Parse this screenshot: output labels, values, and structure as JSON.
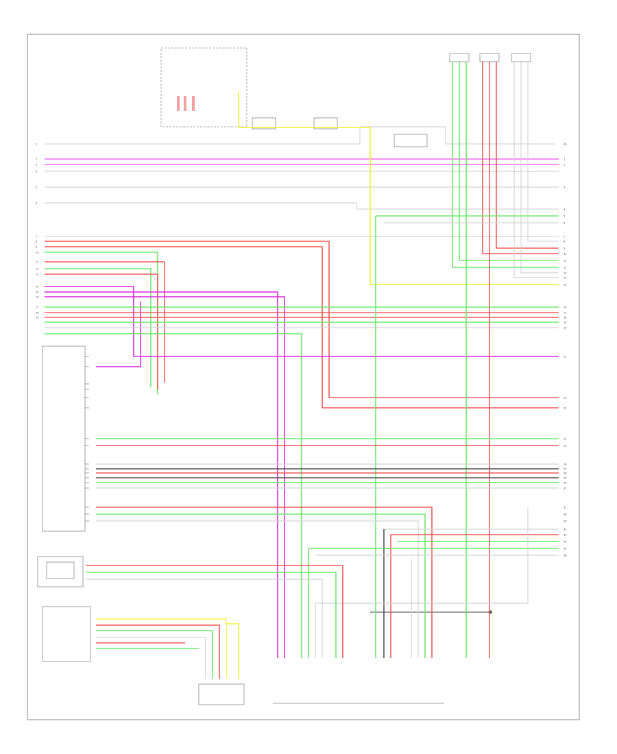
{
  "diagram": {
    "footer_code": "",
    "wire_colors": {
      "pink": "#f06cf0",
      "magenta": "#e040e8",
      "red": "#f25a5a",
      "green": "#6ee86e",
      "yellow": "#f2f24a",
      "gray": "#b4b4b4",
      "light_gray": "#d4d4d4",
      "black": "#505050"
    },
    "left_pin_numbers": [
      "1",
      "2",
      "3",
      "4",
      "5",
      "6",
      "7",
      "8",
      "9",
      "10",
      "11",
      "12",
      "13",
      "14",
      "15",
      "16",
      "17",
      "18",
      "19"
    ],
    "right_pin_numbers": [
      "1",
      "2",
      "3",
      "4",
      "5",
      "6",
      "7",
      "8",
      "9",
      "10",
      "11",
      "12",
      "13",
      "14",
      "15",
      "16",
      "17",
      "18",
      "19",
      "20",
      "21",
      "22",
      "23",
      "24",
      "25",
      "26",
      "27",
      "28",
      "29",
      "30",
      "31",
      "32",
      "33",
      "34",
      "35",
      "36",
      "37",
      "38",
      "39",
      "40"
    ]
  }
}
